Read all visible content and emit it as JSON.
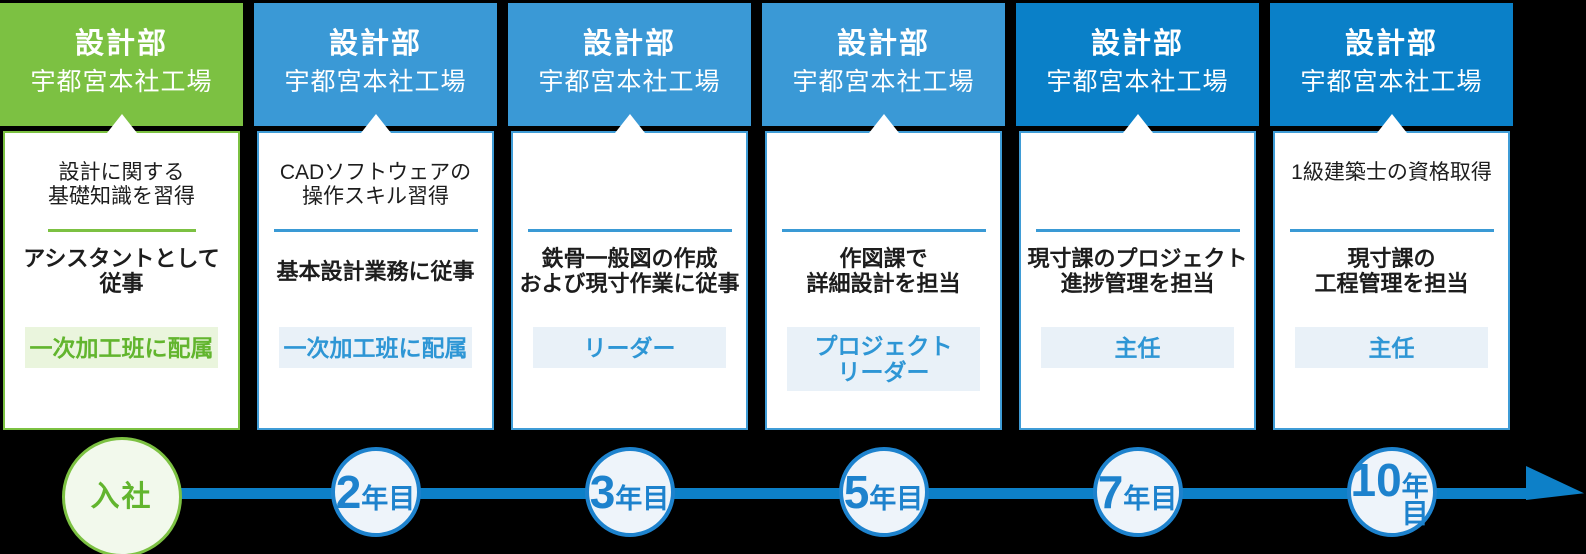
{
  "colors": {
    "green": "#7cc142",
    "green_text": "#62b52e",
    "green_badge_bg": "#eaf5dd",
    "blue_light_header": "#3a99d6",
    "blue_dark_header": "#0a80c8",
    "blue_card_border": "#3f9cd6",
    "blue_divider": "#3a9ad5",
    "blue_badge_bg": "#e9f1f8",
    "blue_badge_text": "#2e96d5",
    "timeline_blue": "#0d80c8",
    "circle_blue": "#1d82cd",
    "body_text": "#1d1d1d"
  },
  "columns": [
    {
      "theme": "green",
      "header": {
        "department": "設計部",
        "location": "宇都宮本社工場"
      },
      "top_text": "設計に関する\n基礎知識を習得",
      "main_text": "アシスタントとして\n従事",
      "badge": "一次加工班に配属",
      "milestone": {
        "big": "入社",
        "small": ""
      }
    },
    {
      "theme": "blue-light",
      "header": {
        "department": "設計部",
        "location": "宇都宮本社工場"
      },
      "top_text": "CADソフトウェアの\n操作スキル習得",
      "main_text": "基本設計業務に従事",
      "badge": "一次加工班に配属",
      "milestone": {
        "big": "2",
        "small": "年目"
      }
    },
    {
      "theme": "blue-light",
      "header": {
        "department": "設計部",
        "location": "宇都宮本社工場"
      },
      "top_text": "",
      "main_text": "鉄骨一般図の作成\nおよび現寸作業に従事",
      "badge": "リーダー",
      "milestone": {
        "big": "3",
        "small": "年目"
      }
    },
    {
      "theme": "blue-light",
      "header": {
        "department": "設計部",
        "location": "宇都宮本社工場"
      },
      "top_text": "",
      "main_text": "作図課で\n詳細設計を担当",
      "badge": "プロジェクト\nリーダー",
      "milestone": {
        "big": "5",
        "small": "年目"
      }
    },
    {
      "theme": "blue-dark",
      "header": {
        "department": "設計部",
        "location": "宇都宮本社工場"
      },
      "top_text": "",
      "main_text": "現寸課のプロジェクト\n進捗管理を担当",
      "badge": "主任",
      "milestone": {
        "big": "7",
        "small": "年目"
      }
    },
    {
      "theme": "blue-dark",
      "header": {
        "department": "設計部",
        "location": "宇都宮本社工場"
      },
      "top_text": "1級建築士の資格取得",
      "main_text": "現寸課の\n工程管理を担当",
      "badge": "主任",
      "milestone": {
        "big": "10",
        "small": "年目"
      }
    }
  ]
}
